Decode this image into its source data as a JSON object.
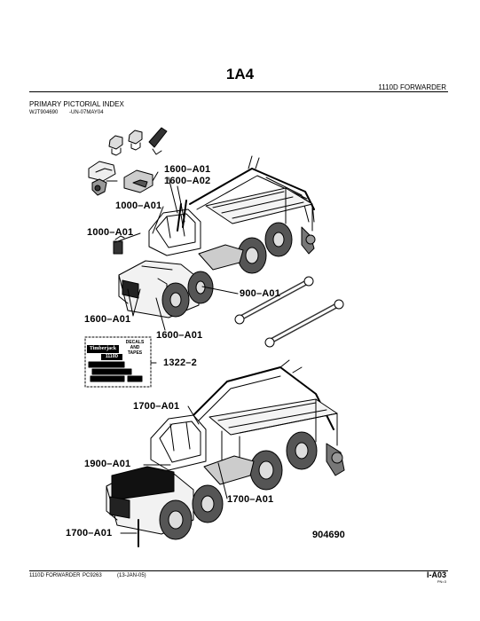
{
  "header": {
    "title": "1A4",
    "model": "1110D FORWARDER"
  },
  "section": {
    "title": "PRIMARY PICTORIAL INDEX",
    "ref_left": "WJT904690",
    "ref_right": "-UN-07MAY04"
  },
  "callouts": {
    "c1600_a01_top": "1600–A01",
    "c1600_a02": "1600–A02",
    "c1000_a01_upper": "1000–A01",
    "c1000_a01_lower": "1000–A01",
    "c900_a01": "900–A01",
    "c1600_a01_left": "1600–A01",
    "c1600_a01_bottom": "1600–A01",
    "c1322_2": "1322–2",
    "c1700_a01_upper": "1700–A01",
    "c1900_a01": "1900–A01",
    "c1700_a01_right": "1700–A01",
    "c1700_a01_bottom": "1700–A01"
  },
  "decal": {
    "label": "DECALS AND TAPES",
    "brand": "Timberjack",
    "model": "1110D"
  },
  "figure_number": "904690",
  "footer": {
    "model": "1110D FORWARDER",
    "doc": "PC9263",
    "date": "(13-JAN-05)",
    "page": "I-A03",
    "small": "PN=3"
  }
}
